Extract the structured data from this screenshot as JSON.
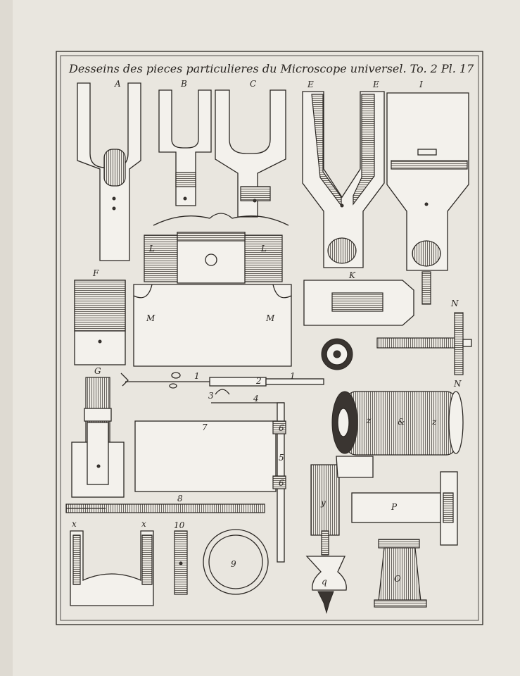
{
  "plate": {
    "title": "Desseins des pieces particulieres du Microscope universel. To. 2 Pl. 17",
    "background_color": "#e9e6df",
    "ink_color": "#2b2723"
  },
  "labels": {
    "A": "A",
    "B": "B",
    "C": "C",
    "E1": "E",
    "E2": "E",
    "I": "I",
    "L1": "L",
    "L2": "L",
    "F": "F",
    "M1": "M",
    "M2": "M",
    "K": "K",
    "N1": "N",
    "N2": "N",
    "G": "G",
    "n1a": "1",
    "n1b": "1",
    "n2": "2",
    "n3": "3",
    "n4": "4",
    "n5": "5",
    "n6a": "6",
    "n6b": "6",
    "n7": "7",
    "n8": "8",
    "z1": "z",
    "amp": "&",
    "z2": "z",
    "y": "y",
    "P": "P",
    "x1": "x",
    "x2": "x",
    "n10": "10",
    "n9": "9",
    "q": "q",
    "O": "O"
  }
}
